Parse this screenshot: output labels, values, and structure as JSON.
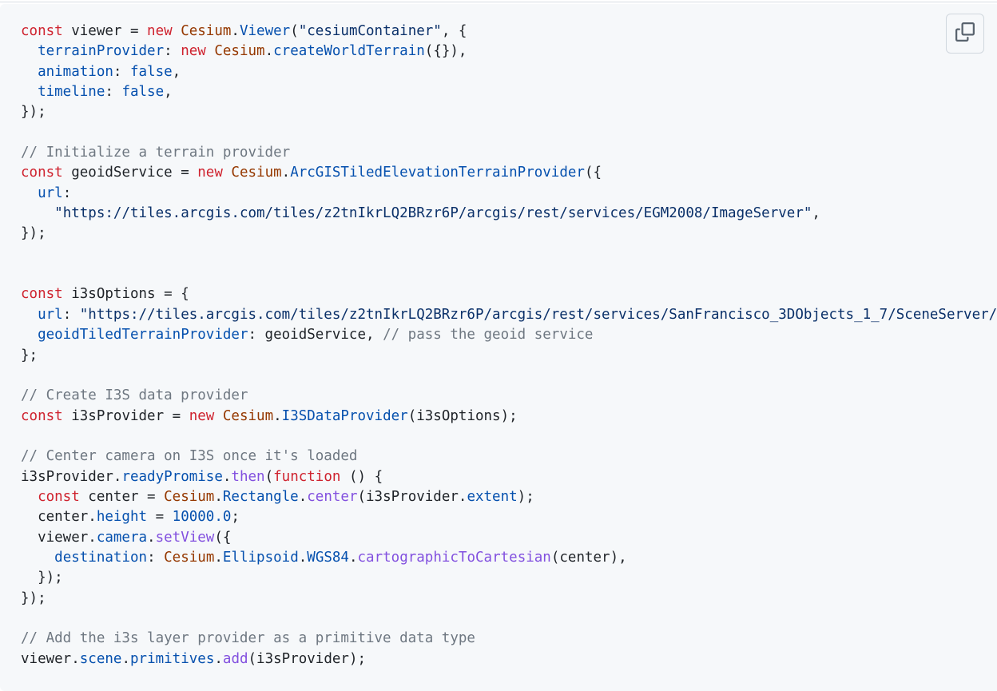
{
  "copy_button": {
    "label": "Copy",
    "icon": "copy-icon"
  },
  "colors": {
    "background": "#f6f8fa",
    "keyword": "#cf222e",
    "entity": "#953800",
    "property": "#0550ae",
    "function": "#8250df",
    "string": "#0a3069",
    "comment": "#6e7781",
    "text": "#1f2328"
  },
  "code": {
    "language": "javascript",
    "lines": [
      [
        [
          "k",
          "const"
        ],
        [
          "t",
          " viewer = "
        ],
        [
          "k",
          "new"
        ],
        [
          "t",
          " "
        ],
        [
          "en",
          "Cesium"
        ],
        [
          "t",
          "."
        ],
        [
          "p",
          "Viewer"
        ],
        [
          "t",
          "("
        ],
        [
          "s",
          "\"cesiumContainer\""
        ],
        [
          "t",
          ", {"
        ]
      ],
      [
        [
          "t",
          "  "
        ],
        [
          "p",
          "terrainProvider"
        ],
        [
          "t",
          ": "
        ],
        [
          "k",
          "new"
        ],
        [
          "t",
          " "
        ],
        [
          "en",
          "Cesium"
        ],
        [
          "t",
          "."
        ],
        [
          "p",
          "createWorldTerrain"
        ],
        [
          "t",
          "({}),"
        ]
      ],
      [
        [
          "t",
          "  "
        ],
        [
          "p",
          "animation"
        ],
        [
          "t",
          ": "
        ],
        [
          "p",
          "false"
        ],
        [
          "t",
          ","
        ]
      ],
      [
        [
          "t",
          "  "
        ],
        [
          "p",
          "timeline"
        ],
        [
          "t",
          ": "
        ],
        [
          "p",
          "false"
        ],
        [
          "t",
          ","
        ]
      ],
      [
        [
          "t",
          "});"
        ]
      ],
      [],
      [
        [
          "c",
          "// Initialize a terrain provider"
        ]
      ],
      [
        [
          "k",
          "const"
        ],
        [
          "t",
          " geoidService = "
        ],
        [
          "k",
          "new"
        ],
        [
          "t",
          " "
        ],
        [
          "en",
          "Cesium"
        ],
        [
          "t",
          "."
        ],
        [
          "p",
          "ArcGISTiledElevationTerrainProvider"
        ],
        [
          "t",
          "({"
        ]
      ],
      [
        [
          "t",
          "  "
        ],
        [
          "p",
          "url"
        ],
        [
          "t",
          ":"
        ]
      ],
      [
        [
          "t",
          "    "
        ],
        [
          "s",
          "\"https://tiles.arcgis.com/tiles/z2tnIkrLQ2BRzr6P/arcgis/rest/services/EGM2008/ImageServer\""
        ],
        [
          "t",
          ","
        ]
      ],
      [
        [
          "t",
          "});"
        ]
      ],
      [],
      [],
      [
        [
          "k",
          "const"
        ],
        [
          "t",
          " i3sOptions = {"
        ]
      ],
      [
        [
          "t",
          "  "
        ],
        [
          "p",
          "url"
        ],
        [
          "t",
          ": "
        ],
        [
          "s",
          "\"https://tiles.arcgis.com/tiles/z2tnIkrLQ2BRzr6P/arcgis/rest/services/SanFrancisco_3DObjects_1_7/SceneServer/"
        ]
      ],
      [
        [
          "t",
          "  "
        ],
        [
          "p",
          "geoidTiledTerrainProvider"
        ],
        [
          "t",
          ": geoidService, "
        ],
        [
          "c",
          "// pass the geoid service"
        ]
      ],
      [
        [
          "t",
          "};"
        ]
      ],
      [],
      [
        [
          "c",
          "// Create I3S data provider"
        ]
      ],
      [
        [
          "k",
          "const"
        ],
        [
          "t",
          " i3sProvider = "
        ],
        [
          "k",
          "new"
        ],
        [
          "t",
          " "
        ],
        [
          "en",
          "Cesium"
        ],
        [
          "t",
          "."
        ],
        [
          "p",
          "I3SDataProvider"
        ],
        [
          "t",
          "(i3sOptions);"
        ]
      ],
      [],
      [
        [
          "c",
          "// Center camera on I3S once it's loaded"
        ]
      ],
      [
        [
          "t",
          "i3sProvider."
        ],
        [
          "p",
          "readyPromise"
        ],
        [
          "t",
          "."
        ],
        [
          "f",
          "then"
        ],
        [
          "t",
          "("
        ],
        [
          "k",
          "function"
        ],
        [
          "t",
          " () {"
        ]
      ],
      [
        [
          "t",
          "  "
        ],
        [
          "k",
          "const"
        ],
        [
          "t",
          " center = "
        ],
        [
          "en",
          "Cesium"
        ],
        [
          "t",
          "."
        ],
        [
          "p",
          "Rectangle"
        ],
        [
          "t",
          "."
        ],
        [
          "f",
          "center"
        ],
        [
          "t",
          "(i3sProvider."
        ],
        [
          "p",
          "extent"
        ],
        [
          "t",
          ");"
        ]
      ],
      [
        [
          "t",
          "  center."
        ],
        [
          "p",
          "height"
        ],
        [
          "t",
          " = "
        ],
        [
          "p",
          "10000.0"
        ],
        [
          "t",
          ";"
        ]
      ],
      [
        [
          "t",
          "  viewer."
        ],
        [
          "p",
          "camera"
        ],
        [
          "t",
          "."
        ],
        [
          "f",
          "setView"
        ],
        [
          "t",
          "({"
        ]
      ],
      [
        [
          "t",
          "    "
        ],
        [
          "p",
          "destination"
        ],
        [
          "t",
          ": "
        ],
        [
          "en",
          "Cesium"
        ],
        [
          "t",
          "."
        ],
        [
          "p",
          "Ellipsoid"
        ],
        [
          "t",
          "."
        ],
        [
          "p",
          "WGS84"
        ],
        [
          "t",
          "."
        ],
        [
          "f",
          "cartographicToCartesian"
        ],
        [
          "t",
          "(center),"
        ]
      ],
      [
        [
          "t",
          "  });"
        ]
      ],
      [
        [
          "t",
          "});"
        ]
      ],
      [],
      [
        [
          "c",
          "// Add the i3s layer provider as a primitive data type"
        ]
      ],
      [
        [
          "t",
          "viewer."
        ],
        [
          "p",
          "scene"
        ],
        [
          "t",
          "."
        ],
        [
          "p",
          "primitives"
        ],
        [
          "t",
          "."
        ],
        [
          "f",
          "add"
        ],
        [
          "t",
          "(i3sProvider);"
        ]
      ]
    ]
  }
}
